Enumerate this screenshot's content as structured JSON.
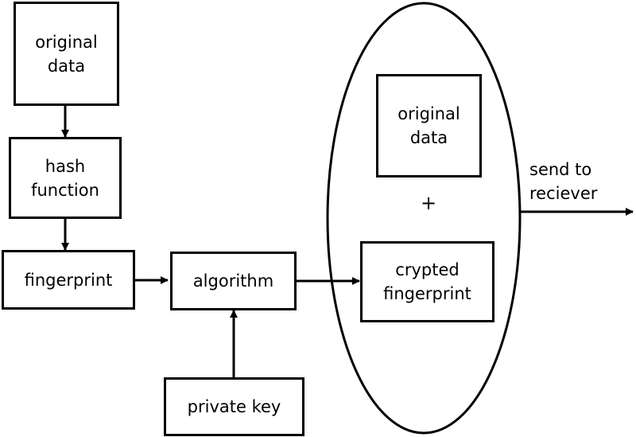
{
  "nodes": {
    "original_data": "original\ndata",
    "hash_function": "hash\nfunction",
    "fingerprint": "fingerprint",
    "algorithm": "algorithm",
    "private_key": "private key",
    "bundle_original_data": "original\ndata",
    "bundle_plus": "+",
    "crypted_fingerprint": "crypted\nfingerprint"
  },
  "output_label": "send to\nreciever"
}
